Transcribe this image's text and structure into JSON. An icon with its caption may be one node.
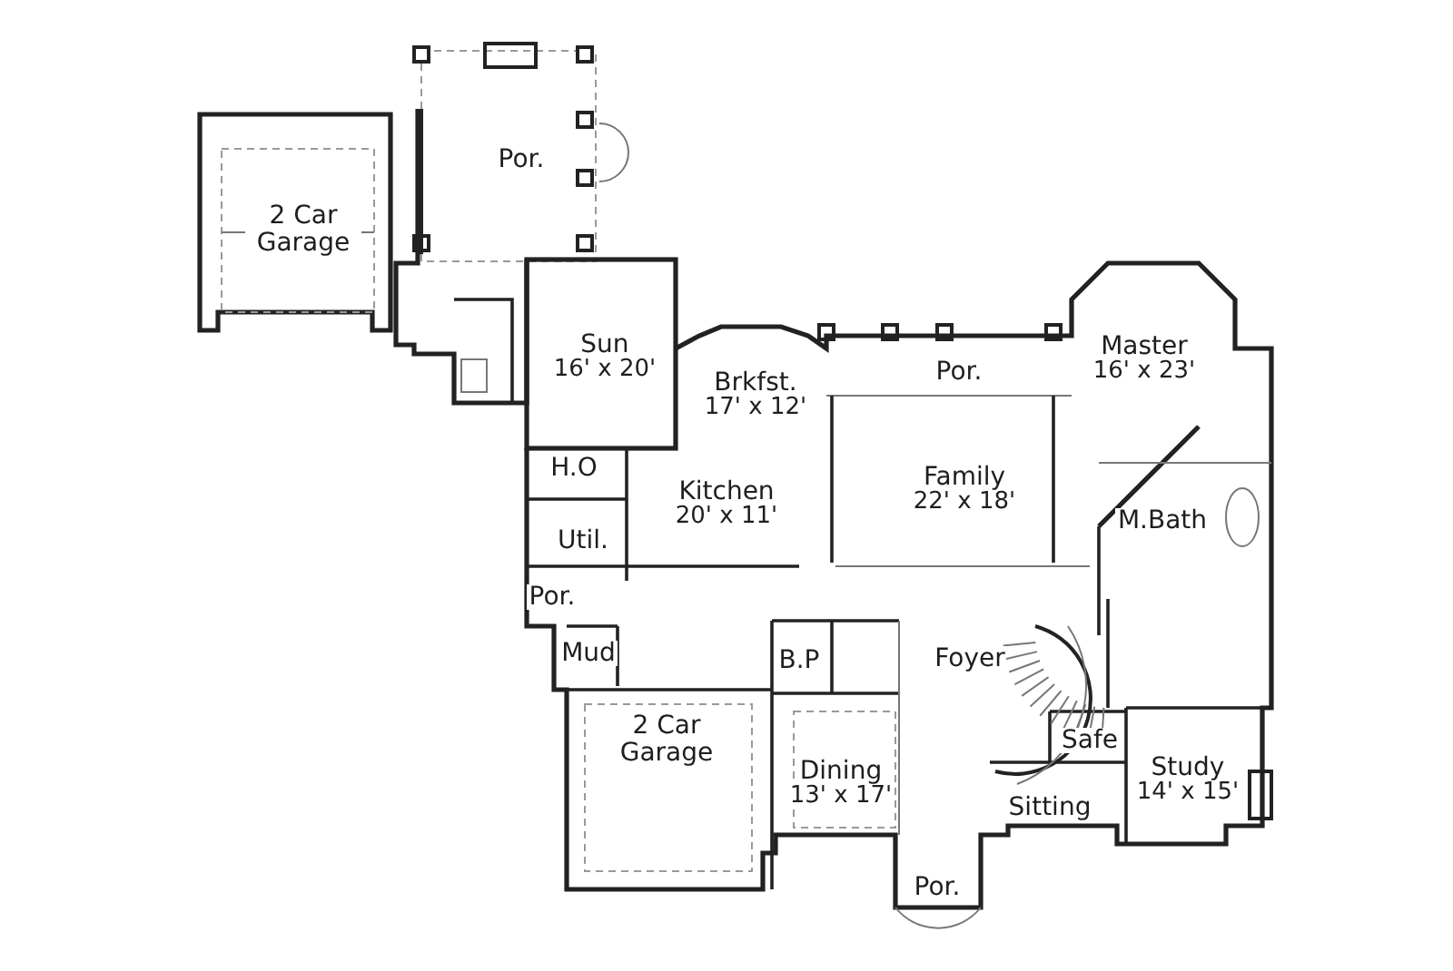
{
  "diagram": {
    "nodes": [
      {
        "text": [
          "Por."
        ]
      },
      {
        "text": [
          "2 Car Garage"
        ]
      },
      {
        "text": [
          "Sun",
          "16' x 20'"
        ]
      },
      {
        "text": [
          "Brkfst.",
          "17' x 12'"
        ]
      },
      {
        "text": [
          "Por."
        ]
      },
      {
        "text": [
          "Master",
          "16' x 23'"
        ]
      },
      {
        "text": [
          "H.O"
        ]
      },
      {
        "text": [
          "Kitchen",
          "20' x 11'"
        ]
      },
      {
        "text": [
          "Family",
          "22' x 18'"
        ]
      },
      {
        "text": [
          "M.Bath"
        ]
      },
      {
        "text": [
          "Util."
        ]
      },
      {
        "text": [
          "Por."
        ]
      },
      {
        "text": [
          "Mud"
        ]
      },
      {
        "text": [
          "B.P"
        ]
      },
      {
        "text": [
          "Foyer"
        ]
      },
      {
        "text": [
          "Safe"
        ]
      },
      {
        "text": [
          "2 Car Garage"
        ]
      },
      {
        "text": [
          "Dining",
          "13' x 17'"
        ]
      },
      {
        "text": [
          "Study",
          "14' x 15'"
        ]
      },
      {
        "text": [
          "Sitting"
        ]
      },
      {
        "text": [
          "Por."
        ]
      }
    ]
  }
}
